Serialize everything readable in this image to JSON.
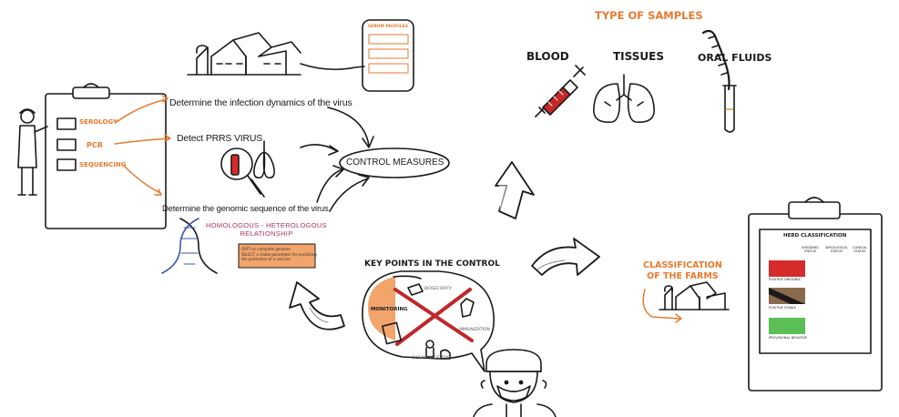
{
  "samples": {
    "title": "TYPE OF SAMPLES",
    "blood": "BLOOD",
    "tissues": "TISSUES",
    "oral_fluids": "ORAL FLUIDS"
  },
  "clipboard_left": {
    "serology": "SEROLOGY",
    "pcr": "PCR",
    "sequencing": "SEQUENCING"
  },
  "objectives": {
    "infection_dynamics": "Determine the infection dynamics of the virus",
    "detect": "Detect PRRS VIRUS",
    "genomic": "Determine the genomic sequence of the virus"
  },
  "serum_panel": {
    "title": "SERUM PROFILES"
  },
  "control": {
    "label": "CONTROL MEASURES"
  },
  "genomic_box": {
    "relationship": "HOMOLOGOUS - HETEROLOGOUS\nRELATIONSHIP",
    "note": "ORF5 or complete genome\nSELECT a viable parameter for predicting\nthe protection of a vaccine"
  },
  "key_points": {
    "title": "KEY POINTS IN THE CONTROL",
    "monitoring": "MONITORING",
    "biosecurity": "BIOSECURITY",
    "immunization": "IMMUNIZATION",
    "gilt": "GILT MANAGEMENT"
  },
  "classification": {
    "label": "CLASSIFICATION\nOF THE FARMS"
  },
  "herd": {
    "title": "HERD CLASSIFICATION",
    "col1": "SHEDDING\nSTATUS",
    "col2": "SEROLOGICAL\nSTATUS",
    "col3": "CLINICAL\nSTATUS",
    "row1": "POSITIVE UNSTABLE",
    "row2": "POSITIVE STABLE",
    "row3": "PROVISIONAL NEGATIVE"
  },
  "colors": {
    "accent": "#e77a2f",
    "red": "#d62b2b",
    "brown": "#8a6a4c",
    "green": "#5bbf55",
    "ink": "#1a1a1a"
  },
  "icons": [
    "clipboard-icon",
    "farm-icon",
    "syringe-icon",
    "lungs-icon",
    "tube-icon",
    "magnifier-icon",
    "dna-icon",
    "arrow-icon",
    "doctor-icon"
  ]
}
